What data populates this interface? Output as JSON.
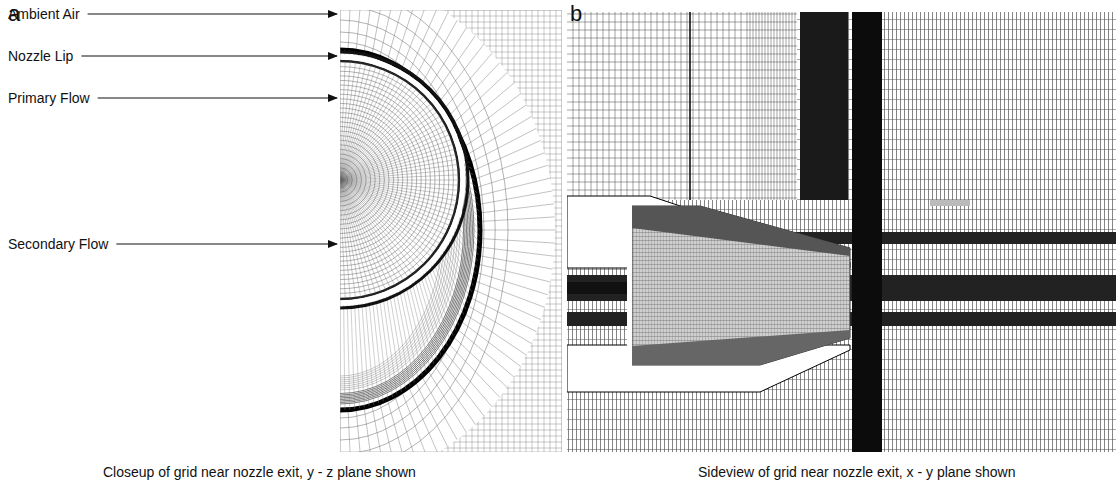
{
  "diagram": {
    "labels": [
      "a",
      "Ambient Air",
      "Nozzle Lip",
      "Primary Flow",
      "Secondary Flow",
      "Closeup of grid near nozzle exit, y - z plane shown",
      "b",
      "Sideview of grid near nozzle exit, x - y plane shown"
    ]
  }
}
